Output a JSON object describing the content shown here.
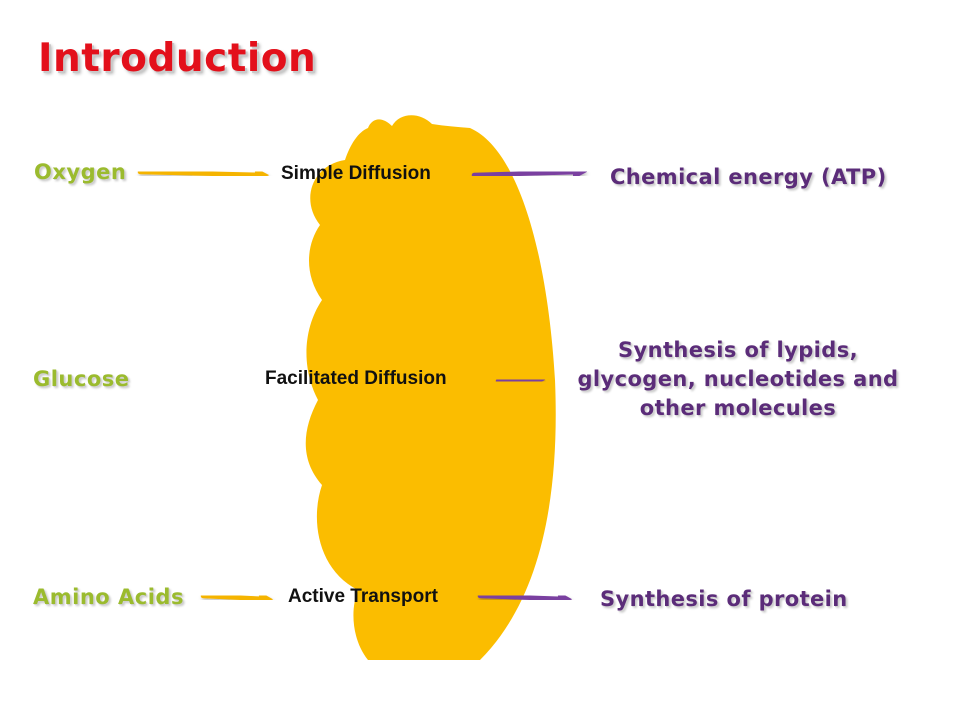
{
  "title": "Introduction",
  "colors": {
    "title": "#e3101b",
    "input_label": "#9bbb2e",
    "output_label": "#5b2c79",
    "membrane": "#fbbd00",
    "input_arrow": "#f5b400",
    "output_arrow": "#7a3fa0"
  },
  "rows": [
    {
      "input": "Oxygen",
      "mechanism": "Simple Diffusion",
      "output": "Chemical energy (ATP)"
    },
    {
      "input": "Glucose",
      "mechanism": "Facilitated Diffusion",
      "output": "Synthesis of lypids, glycogen, nucleotides and other molecules"
    },
    {
      "input": "Amino Acids",
      "mechanism": "Active Transport",
      "output": "Synthesis of protein"
    }
  ],
  "icons": {
    "membrane": "cell-membrane-shape",
    "arrow": "right-arrow-icon"
  }
}
